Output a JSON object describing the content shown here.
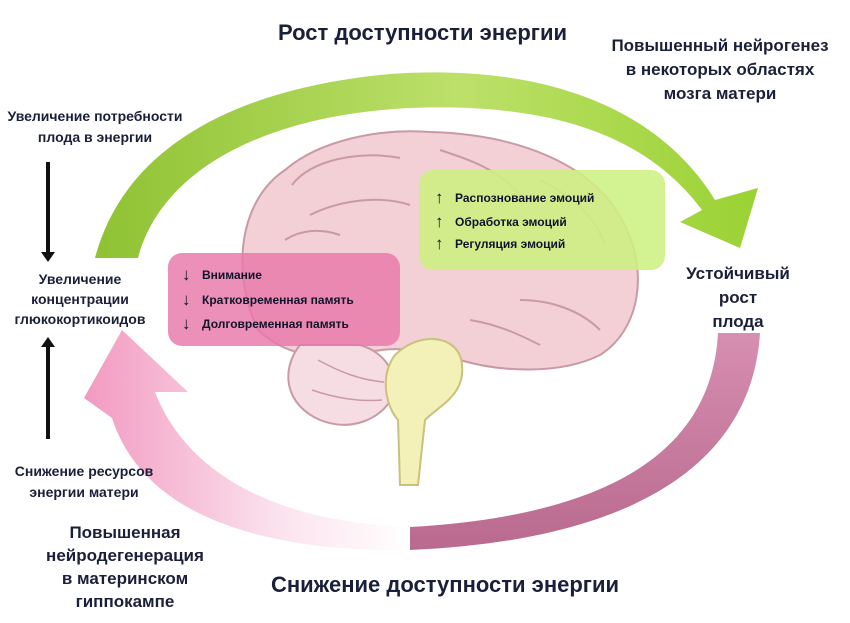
{
  "title_top": "Рост доступности энергии",
  "title_bottom": "Снижение доступности энергии",
  "right_top": [
    "Повышенный нейрогенез",
    "в некоторых областях",
    "мозга матери"
  ],
  "right_mid": [
    "Устойчивый",
    "рост",
    "плода"
  ],
  "left_top": [
    "Увеличение потребности",
    "плода в энергии"
  ],
  "left_mid": [
    "Увеличение",
    "концентрации",
    "глюкокортикоидов"
  ],
  "left_low": [
    "Снижение ресурсов",
    "энергии матери"
  ],
  "left_bottom": [
    "Повышенная",
    "нейродегенерация",
    "в материнском",
    "гиппокампе"
  ],
  "green_box": {
    "items": [
      {
        "arrow": "↑",
        "label": "Распознование эмоций"
      },
      {
        "arrow": "↑",
        "label": "Обработка эмоций"
      },
      {
        "arrow": "↑",
        "label": "Регуляция эмоций"
      }
    ],
    "color": "#cdf082"
  },
  "pink_box": {
    "items": [
      {
        "arrow": "↓",
        "label": "Внимание"
      },
      {
        "arrow": "↓",
        "label": "Кратковременная память"
      },
      {
        "arrow": "↓",
        "label": "Долговременная память"
      }
    ],
    "color": "#e978aa"
  },
  "colors": {
    "green_arrow": "#8cc63f",
    "pink_arrow": "#f0a0c4",
    "mauve_arc": "#c8759a",
    "brain": "#f3cfd6",
    "brainstem": "#f3f1b8",
    "text": "#1a1f3a"
  },
  "icons": {
    "brain": "brain-illustration",
    "cycle_top": "green-curved-arrow",
    "cycle_bottom": "pink-curved-arrow"
  }
}
